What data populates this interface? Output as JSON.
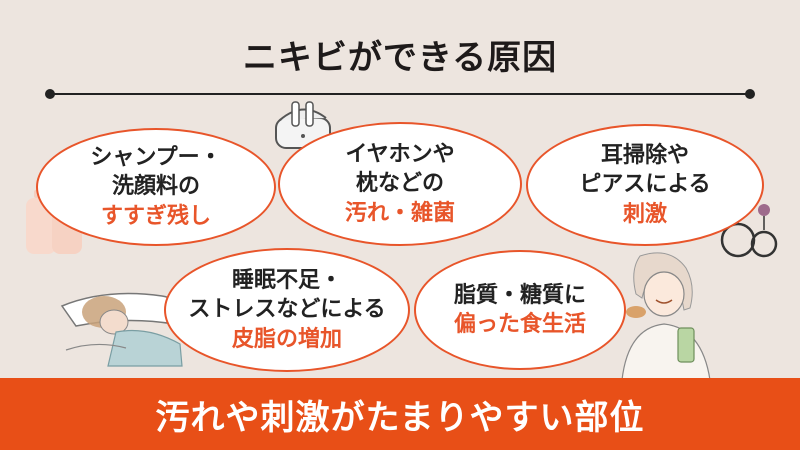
{
  "title": "ニキビができる原因",
  "causes": [
    {
      "line1": "シャンプー・",
      "line2": "洗顔料の",
      "highlight": "すすぎ残し"
    },
    {
      "line1": "イヤホンや",
      "line2": "枕などの",
      "highlight": "汚れ・雑菌"
    },
    {
      "line1": "耳掃除や",
      "line2": "ピアスによる",
      "highlight": "刺激"
    },
    {
      "line1": "睡眠不足・",
      "line2": "ストレスなどによる",
      "highlight": "皮脂の増加"
    },
    {
      "line1": "脂質・糖質に",
      "highlight": "偏った食生活"
    }
  ],
  "banner": "汚れや刺激がたまりやすい部位",
  "colors": {
    "accent": "#e8552a",
    "banner": "#e84f17",
    "background": "#ede5df",
    "text": "#222222"
  },
  "icons": [
    "shampoo-bottles-icon",
    "earphones-case-icon",
    "earrings-icon",
    "sleeping-woman-illustration",
    "woman-eating-illustration"
  ]
}
